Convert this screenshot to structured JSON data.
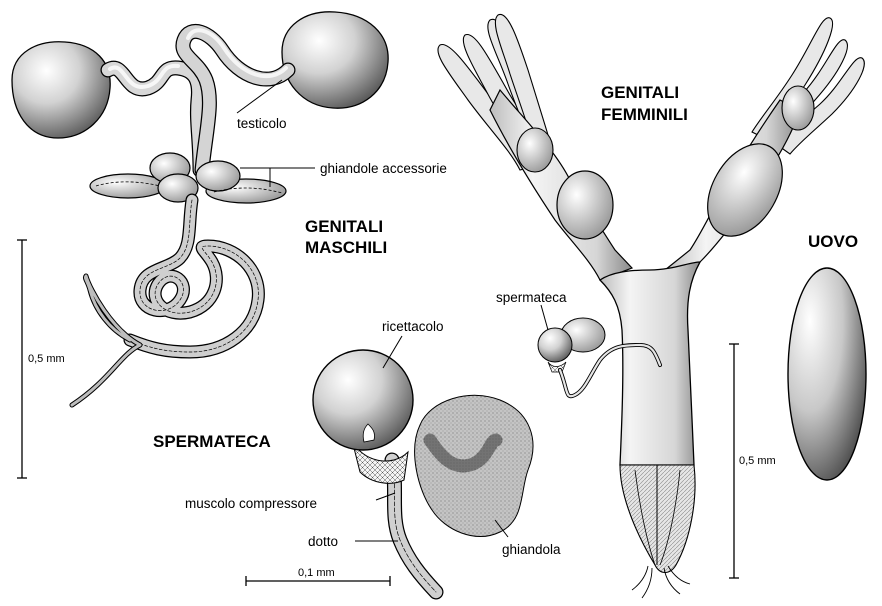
{
  "labels": {
    "testicolo": "testicolo",
    "ghiandole_accessorie": "ghiandole accessorie",
    "genitali_maschili_1": "GENITALI",
    "genitali_maschili_2": "MASCHILI",
    "genitali_femminili_1": "GENITALI",
    "genitali_femminili_2": "FEMMINILI",
    "uovo": "UOVO",
    "spermateca_small": "spermateca",
    "spermateca_title": "SPERMATECA",
    "ricettacolo": "ricettacolo",
    "muscolo_compressore": "muscolo compressore",
    "dotto": "dotto",
    "ghiandola": "ghiandola"
  },
  "scales": {
    "male": "0,5 mm",
    "female": "0,5 mm",
    "spermatheca": "0,1 mm"
  },
  "colors": {
    "ink": "#000000",
    "tissue_light": "#f4f4f4",
    "tissue_mid": "#a8a8a8",
    "tissue_dark": "#555555",
    "gland_fill": "#b9b9b9",
    "gland_core": "#6e6e6e"
  }
}
